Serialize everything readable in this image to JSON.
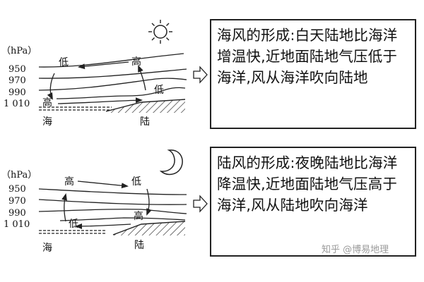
{
  "top_panel": {
    "unit": "（hPa）",
    "isobars": [
      "950",
      "970",
      "990",
      "1 010"
    ],
    "labels": {
      "low_upper": "低",
      "high_upper": "高",
      "low_lower": "低",
      "high_lower": "高",
      "sea": "海",
      "land": "陆"
    },
    "celestial": "sun-icon",
    "explanation": "海风的形成:白天陆地比海洋增温快,近地面陆地气压低于海洋,风从海洋吹向陆地"
  },
  "bottom_panel": {
    "unit": "（hPa）",
    "isobars": [
      "950",
      "970",
      "990",
      "1 010"
    ],
    "labels": {
      "high_upper": "高",
      "low_upper": "低",
      "low_lower": "低",
      "high_lower": "高",
      "sea": "海",
      "land": "陆"
    },
    "celestial": "moon-icon",
    "explanation": "陆风的形成:夜晚陆地比海洋降温快,近地面陆地气压高于海洋,风从陆地吹向海洋"
  },
  "watermark": "知乎 @博易地理",
  "colors": {
    "ink": "#111111",
    "line": "#222222",
    "watermark": "#9a9a9a"
  }
}
